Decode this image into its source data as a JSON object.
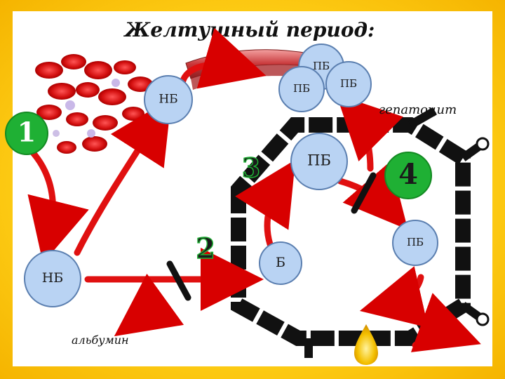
{
  "title": "Желтушный период:",
  "labels": {
    "hepatocyte": "гепатоцит",
    "albumin": "альбумин"
  },
  "numbers": {
    "n1": "1",
    "n2": "2",
    "n3": "3",
    "n4": "4"
  },
  "nodes": {
    "pb_top_center": "ПБ",
    "pb_top_left": "ПБ",
    "pb_top_right": "ПБ",
    "nb_top": "НБ",
    "nb_bottom": "НБ",
    "pb_middle": "ПБ",
    "b_center": "Б",
    "pb_right": "ПБ"
  },
  "colors": {
    "circle_fill": "#b9d3f3",
    "circle_stroke": "#5b7fb0",
    "arrow_red": "#e01010",
    "number_green_bg": "#1fb034",
    "number_green_text": "#ffffff",
    "number_outline_text": "#1a1a1a",
    "frame_gold": "#ffd21a"
  }
}
